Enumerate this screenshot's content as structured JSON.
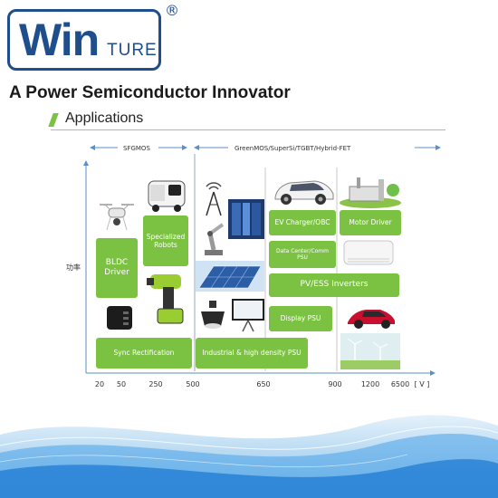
{
  "logo": {
    "win": "Win",
    "ture": "TURE",
    "registered": "®"
  },
  "tagline": "A Power Semiconductor Innovator",
  "section": {
    "title": "Applications"
  },
  "chart": {
    "groups": [
      "SFGMOS",
      "GreenMOS/SuperSi/TGBT/Hybrid-FET"
    ],
    "y_label": "功率",
    "x_ticks": [
      "20",
      "50",
      "250",
      "500",
      "650",
      "900",
      "1200",
      "6500",
      "[ V ]"
    ],
    "boxes": {
      "bldc": "BLDC Driver",
      "robots": "Specialized Robots",
      "sync": "Sync Rectification",
      "industrial": "Industrial & high density PSU",
      "ev": "EV Charger/OBC",
      "datacenter": "Data Center/Comm PSU",
      "pv": "PV/ESS Inverters",
      "display": "Display PSU",
      "motor": "Motor Driver"
    },
    "colors": {
      "green": "#7cc242",
      "logo_blue": "#1f4e8c",
      "axis": "#5b8fc7"
    }
  },
  "icons": [
    "drone-icon",
    "delivery-robot-icon",
    "charger-icon",
    "impact-wrench-icon",
    "antenna-tower-icon",
    "server-rack-icon",
    "robot-arm-icon",
    "solar-panel-icon",
    "led-lamp-icon",
    "monitor-icon",
    "electric-car-icon",
    "factory-icon",
    "air-conditioner-icon",
    "sports-car-icon",
    "wind-turbine-icon"
  ]
}
